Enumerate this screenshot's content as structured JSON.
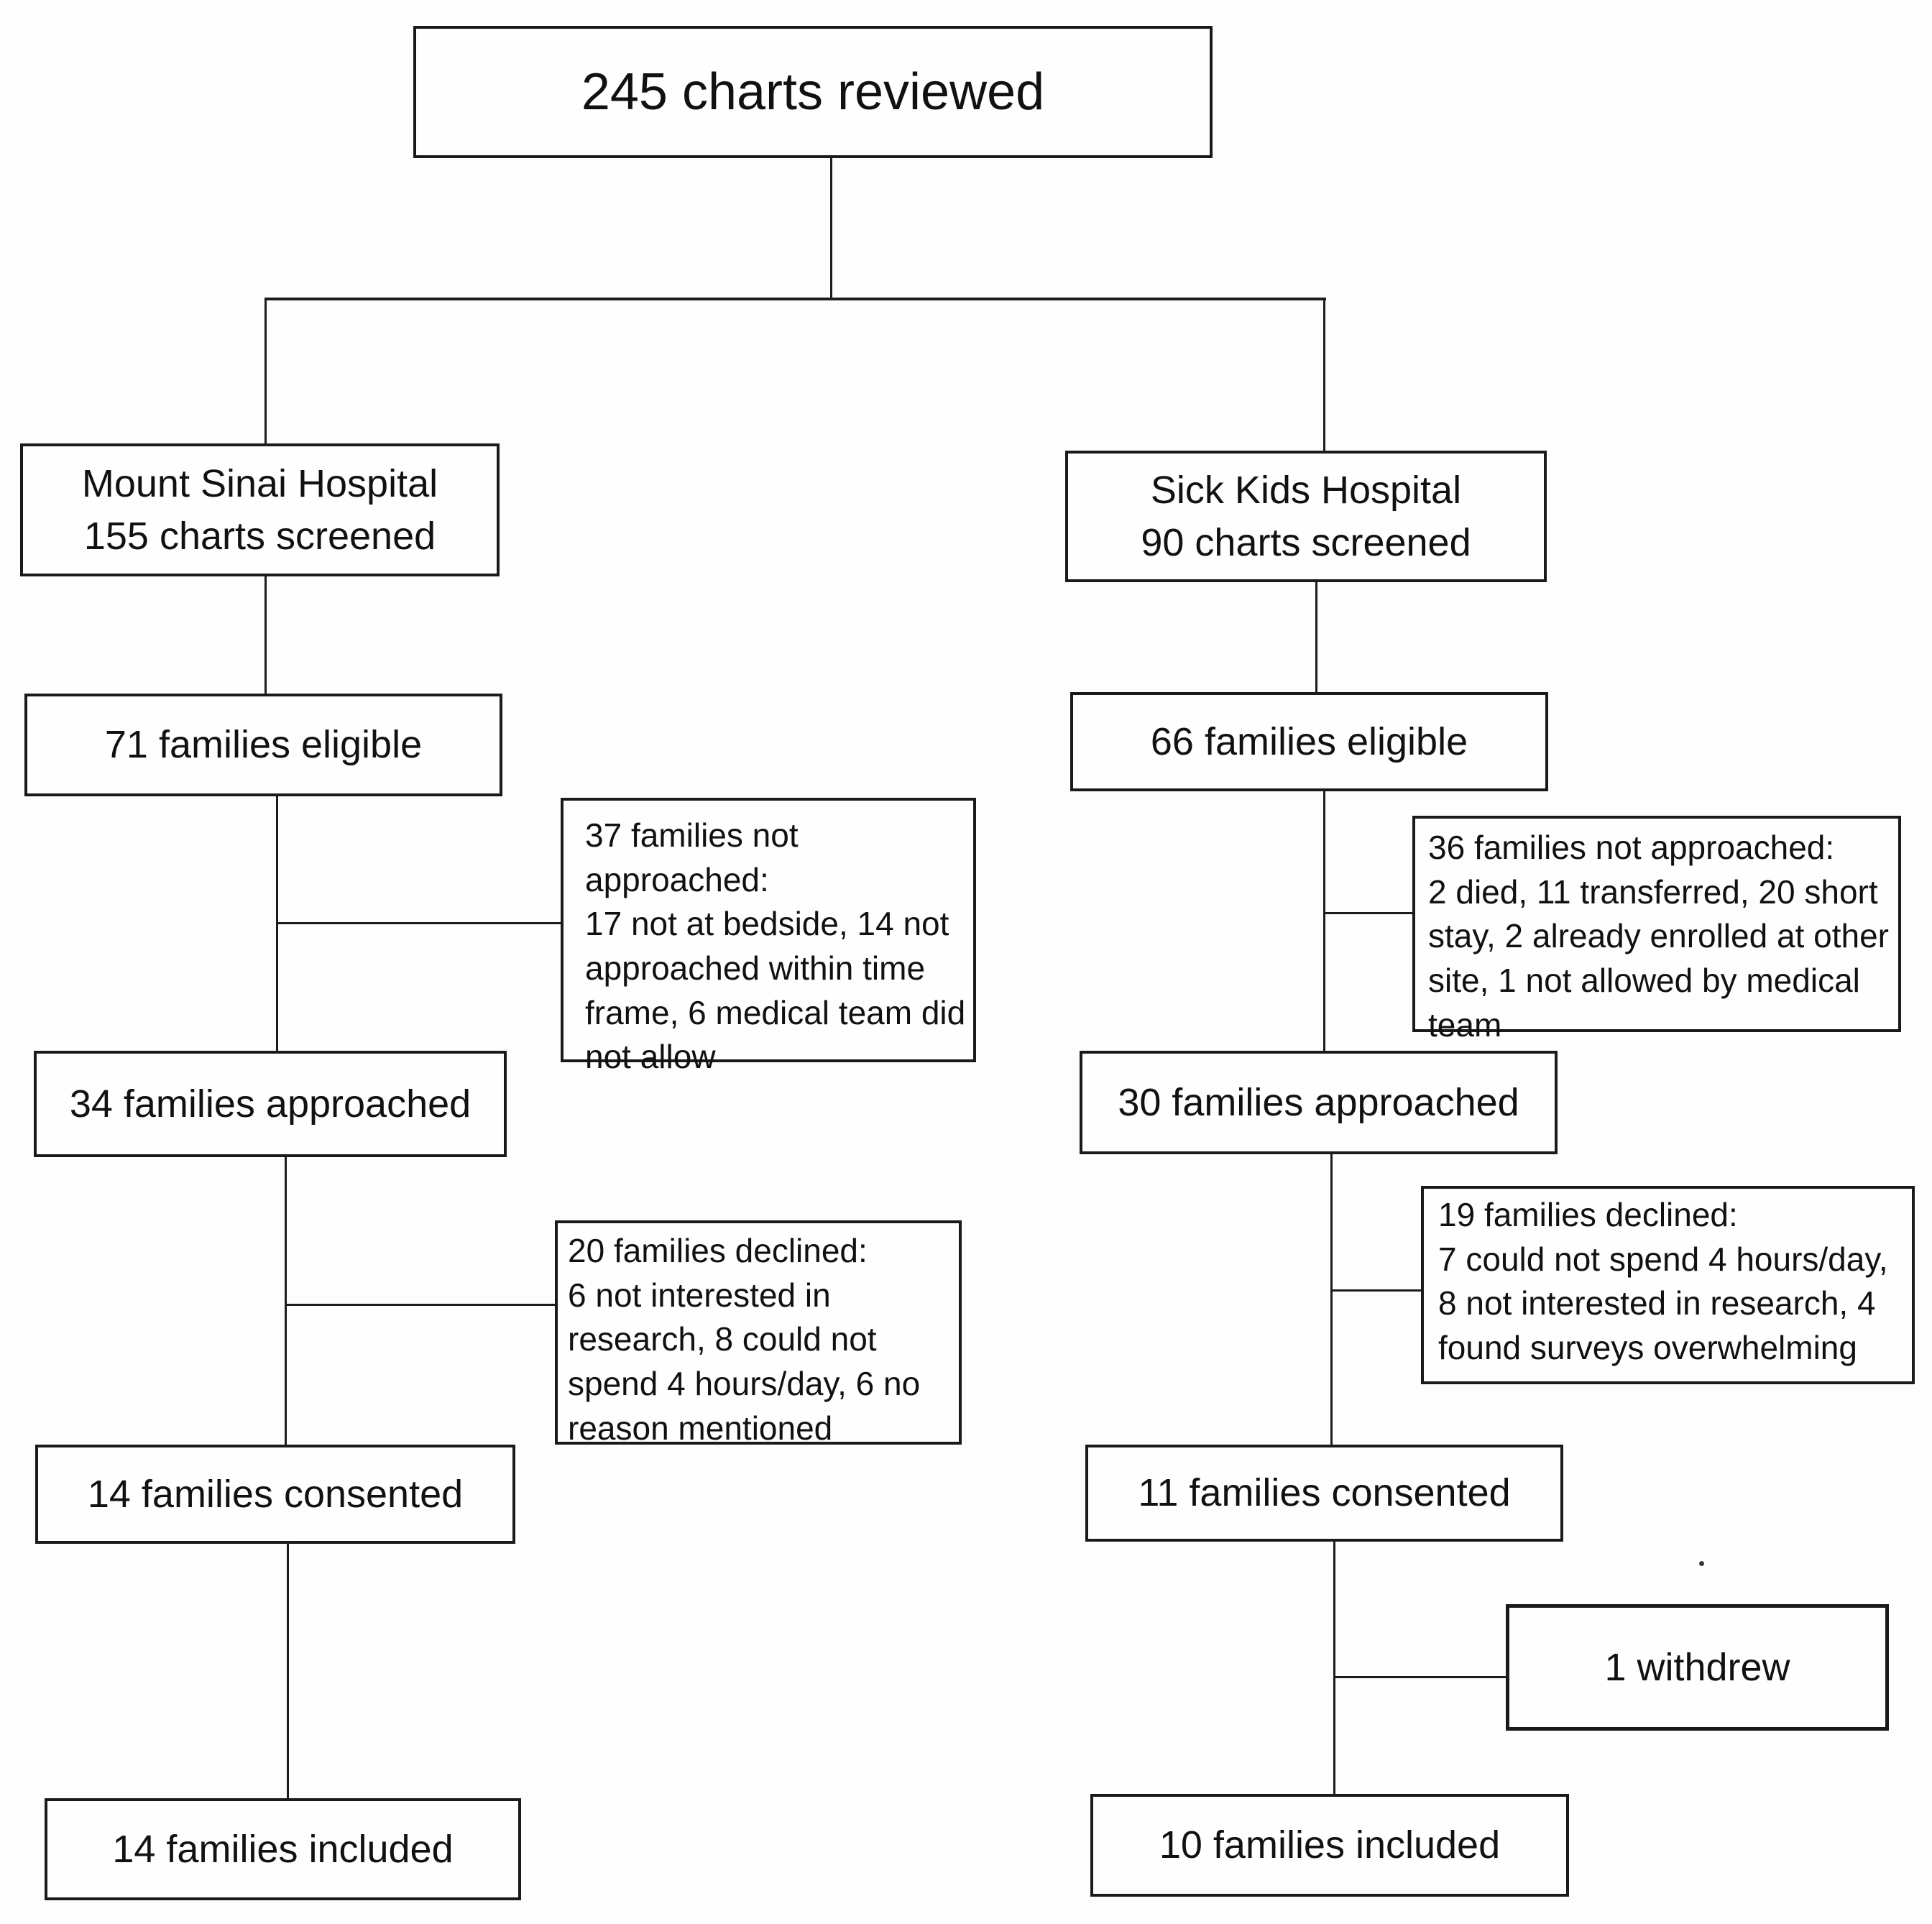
{
  "flowchart": {
    "type": "consort-flow-diagram",
    "root": {
      "label": "245 charts reviewed"
    },
    "mount_sinai": {
      "site": "Mount Sinai Hospital\n155 charts screened",
      "eligible": "71 families eligible",
      "not_approached": "37 families not approached:\n17 not at bedside, 14 not approached within time frame, 6 medical team did not allow",
      "approached": "34 families approached",
      "declined": "20 families declined:\n6 not interested in research, 8 could not spend 4 hours/day, 6 no reason mentioned",
      "consented": "14 families consented",
      "included": "14 families included"
    },
    "sick_kids": {
      "site": "Sick Kids Hospital\n90 charts screened",
      "eligible": "66 families eligible",
      "not_approached": "36 families not approached:\n2 died, 11 transferred, 20 short stay, 2 already enrolled at other site, 1 not allowed by medical team",
      "approached": "30 families approached",
      "declined": "19 families declined:\n7 could not spend 4 hours/day, 8 not interested in research, 4 found surveys overwhelming",
      "consented": "11 families consented",
      "withdrew": "1 withdrew",
      "included": "10 families included"
    },
    "colors": {
      "box_border": "#1a1a1a",
      "box_fill": "#fefefe",
      "text": "#111111",
      "background": "#fdfdfd"
    }
  }
}
